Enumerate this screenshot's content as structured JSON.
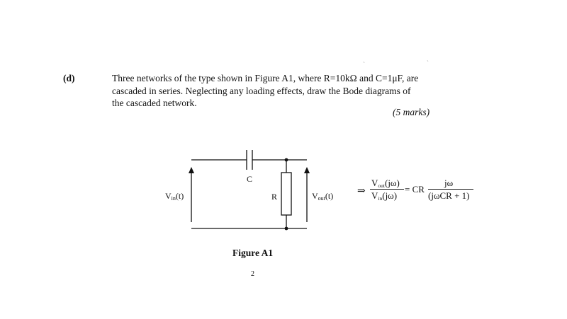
{
  "question": {
    "label": "(d)",
    "lines": [
      "Three networks of the type shown in Figure A1, where R=10kΩ and C=1μF, are",
      "cascaded in series.  Neglecting any loading effects, draw the Bode diagrams of",
      "the cascaded network."
    ],
    "marks": "(5 marks)"
  },
  "figure": {
    "caption": "Figure A1",
    "capacitor_label": "C",
    "resistor_label": "R",
    "vin_label_main": "V",
    "vin_label_sub": "in",
    "vin_label_tail": "(t)",
    "vout_label_main": "V",
    "vout_label_sub": "out",
    "vout_label_tail": "(t)"
  },
  "equation": {
    "implies": "⇒",
    "num_main": "V",
    "num_sub": "out",
    "num_tail": "(jω)",
    "den_main": "V",
    "den_sub": "in",
    "den_tail": "(jω)",
    "equals_cr": "= CR",
    "rhs_num": "jω",
    "rhs_den": "(jωCR + 1)"
  },
  "page": {
    "number": "2"
  }
}
